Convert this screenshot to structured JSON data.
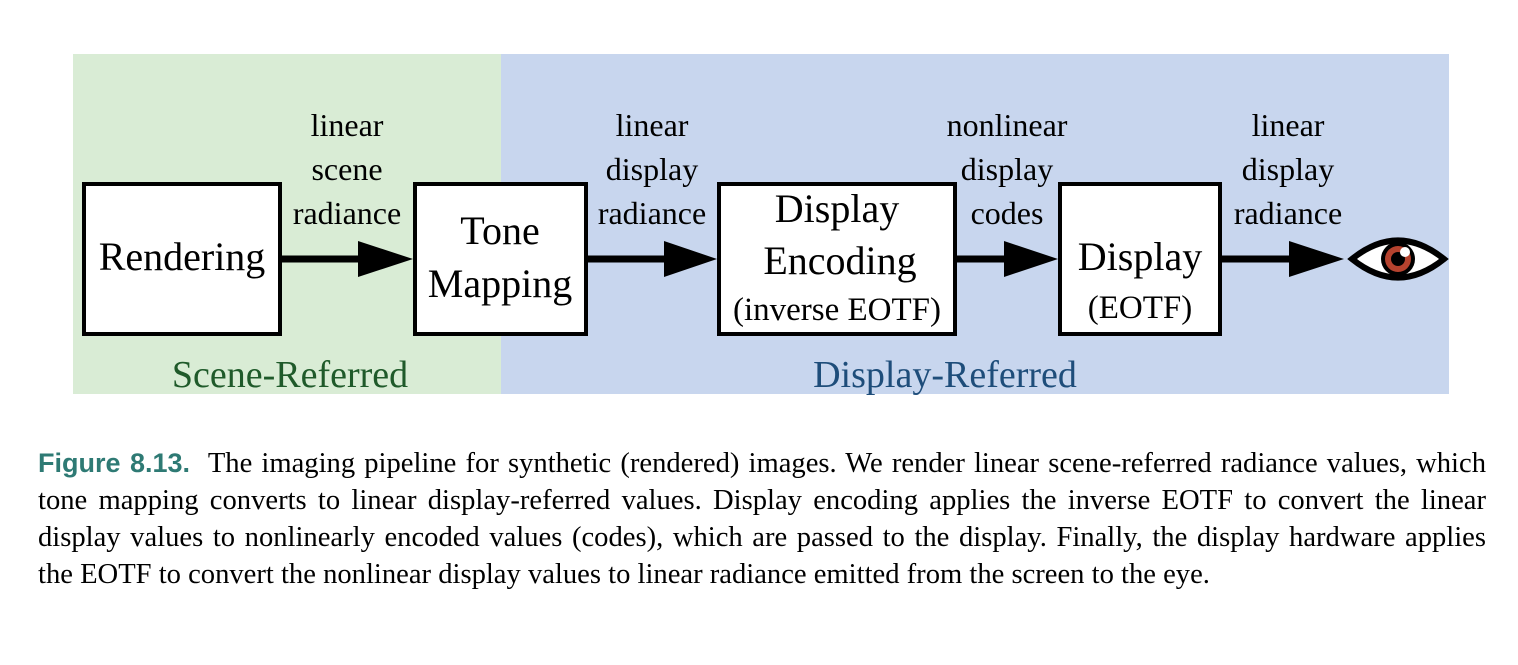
{
  "diagram": {
    "regions": {
      "scene": {
        "label": "Scene-Referred",
        "color": "#d9ecd5",
        "text_color": "#1f5a2a"
      },
      "display": {
        "label": "Display-Referred",
        "color": "#c8d6ee",
        "text_color": "#1e4d7a"
      }
    },
    "boxes": {
      "rendering": {
        "line1": "Rendering"
      },
      "tone": {
        "line1": "Tone",
        "line2": "Mapping"
      },
      "encoding": {
        "line1": "Display",
        "line2": "Encoding",
        "line3": "(inverse EOTF)"
      },
      "display": {
        "line1": "Display",
        "line2": "(EOTF)"
      }
    },
    "edges": {
      "e1": {
        "line1": "linear",
        "line2": "scene",
        "line3": "radiance"
      },
      "e2": {
        "line1": "linear",
        "line2": "display",
        "line3": "radiance"
      },
      "e3": {
        "line1": "nonlinear",
        "line2": "display",
        "line3": "codes"
      },
      "e4": {
        "line1": "linear",
        "line2": "display",
        "line3": "radiance"
      }
    },
    "eye": {
      "icon": "eye-icon",
      "iris_color": "#b5422e"
    }
  },
  "caption": {
    "label": "Figure 8.13.",
    "text": "The imaging pipeline for synthetic (rendered) images. We render linear scene-referred radiance values, which tone mapping converts to linear display-referred values. Display encoding applies the inverse EOTF to convert the linear display values to nonlinearly encoded values (codes), which are passed to the display. Finally, the display hardware applies the EOTF to convert the nonlinear display values to linear radiance emitted from the screen to the eye."
  }
}
